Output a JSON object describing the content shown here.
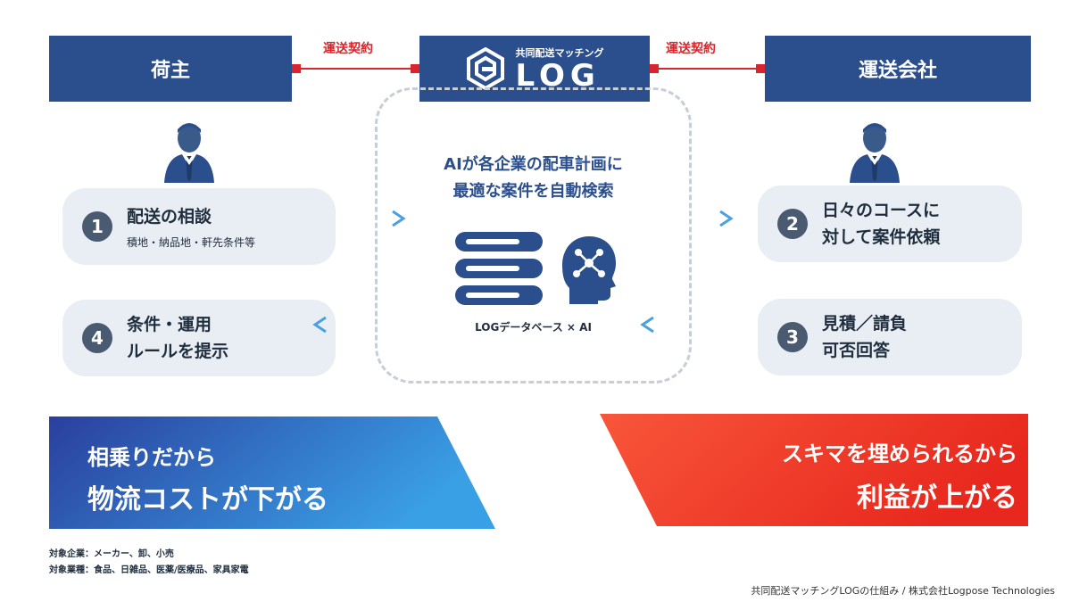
{
  "header": {
    "left": "荷主",
    "center_small": "共同配送マッチング",
    "center_logo": "LOG",
    "right": "運送会社",
    "contract_left": "運送契約",
    "contract_right": "運送契約"
  },
  "center": {
    "line1": "AIが各企業の配車計画に",
    "line2": "最適な案件を自動検索",
    "db_label": "LOGデータベース × AI"
  },
  "steps": [
    {
      "num": "1",
      "title": "配送の相談",
      "sub": "積地・納品地・軒先条件等"
    },
    {
      "num": "2",
      "title1": "日々のコースに",
      "title2": "対して案件依頼"
    },
    {
      "num": "3",
      "title1": "見積／請負",
      "title2": "可否回答"
    },
    {
      "num": "4",
      "title1": "条件・運用",
      "title2": "ルールを提示"
    }
  ],
  "banners": {
    "left_line1": "相乗りだから",
    "left_line2": "物流コストが下がる",
    "right_line1": "スキマを埋められるから",
    "right_line2": "利益が上がる"
  },
  "footer": {
    "target_companies": "対象企業：メーカー、卸、小売",
    "target_industries": "対象業種：食品、日雑品、医薬/医療品、家具家電",
    "credit": "共同配送マッチングLOGの仕組み / 株式会社Logpose Technologies"
  },
  "colors": {
    "header_blue": "#2b4f8c",
    "contract_red": "#d9262c",
    "pill_bg": "#e9eef5",
    "banner_left": "#2e56b3",
    "banner_right": "#f0522a"
  },
  "icons": [
    "person-icon",
    "database-icon",
    "ai-head-icon",
    "log-logo-icon",
    "arrow-right-icon",
    "arrow-left-icon"
  ]
}
